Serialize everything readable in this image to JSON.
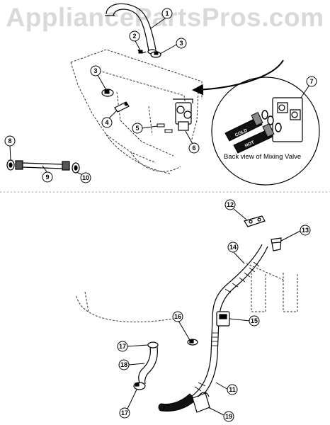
{
  "watermark": "AppliancePartsPros.com",
  "inset_caption": "Back view of Mixing Valve",
  "hose_labels": {
    "cold": "COLD",
    "hot": "HOT"
  },
  "callouts": [
    "1",
    "2",
    "3",
    "3",
    "4",
    "5",
    "6",
    "7",
    "8",
    "9",
    "10",
    "11",
    "12",
    "13",
    "14",
    "15",
    "16",
    "17",
    "17",
    "18",
    "19"
  ]
}
